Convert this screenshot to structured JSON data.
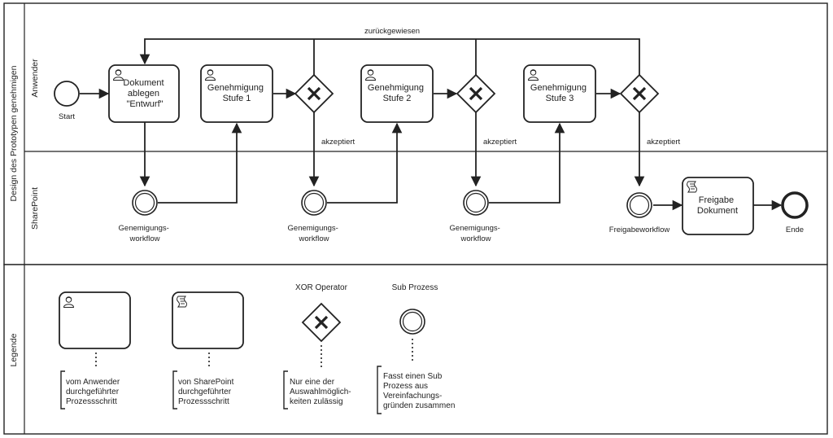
{
  "pool": {
    "title": "Design des Prototypen genehmigen"
  },
  "lanes": {
    "user": "Anwender",
    "sharepoint": "SharePoint"
  },
  "legend_pool": {
    "title": "Legende"
  },
  "events": {
    "start": "Start",
    "end": "Ende"
  },
  "tasks": {
    "ablegen": [
      "Dokument",
      "ablegen",
      "\"Entwurf\""
    ],
    "stufe1": [
      "Genehmigung",
      "Stufe 1"
    ],
    "stufe2": [
      "Genehmigung",
      "Stufe 2"
    ],
    "stufe3": [
      "Genehmigung",
      "Stufe 3"
    ],
    "freigabe": [
      "Freigabe",
      "Dokument"
    ]
  },
  "subprocesses": {
    "workflow1": [
      "Genemigungs-",
      "workflow"
    ],
    "workflow2": [
      "Genemigungs-",
      "workflow"
    ],
    "workflow3": [
      "Genemigungs-",
      "workflow"
    ],
    "freigabe": [
      "Freigabeworkflow"
    ]
  },
  "flows": {
    "rejected": "zurückgewiesen",
    "accepted1": "akzeptiert",
    "accepted2": "akzeptiert",
    "accepted3": "akzeptiert"
  },
  "legend": {
    "user_task": [
      "vom Anwender",
      "durchgeführter",
      "Prozessschritt"
    ],
    "sp_task": [
      "von SharePoint",
      "durchgeführter",
      "Prozessschritt"
    ],
    "xor_title": "XOR Operator",
    "xor_desc": [
      "Nur eine der",
      "Auswahlmöglich-",
      "keiten zulässig"
    ],
    "sub_title": "Sub Prozess",
    "sub_desc": [
      "Fasst einen Sub",
      "Prozess aus",
      "Vereinfachungs-",
      "gründen zusammen"
    ]
  },
  "icons": {
    "user": "user-icon",
    "script": "script-icon",
    "gateway": "xor-gateway-icon"
  },
  "colors": {
    "line": "#222222",
    "background": "#ffffff"
  }
}
